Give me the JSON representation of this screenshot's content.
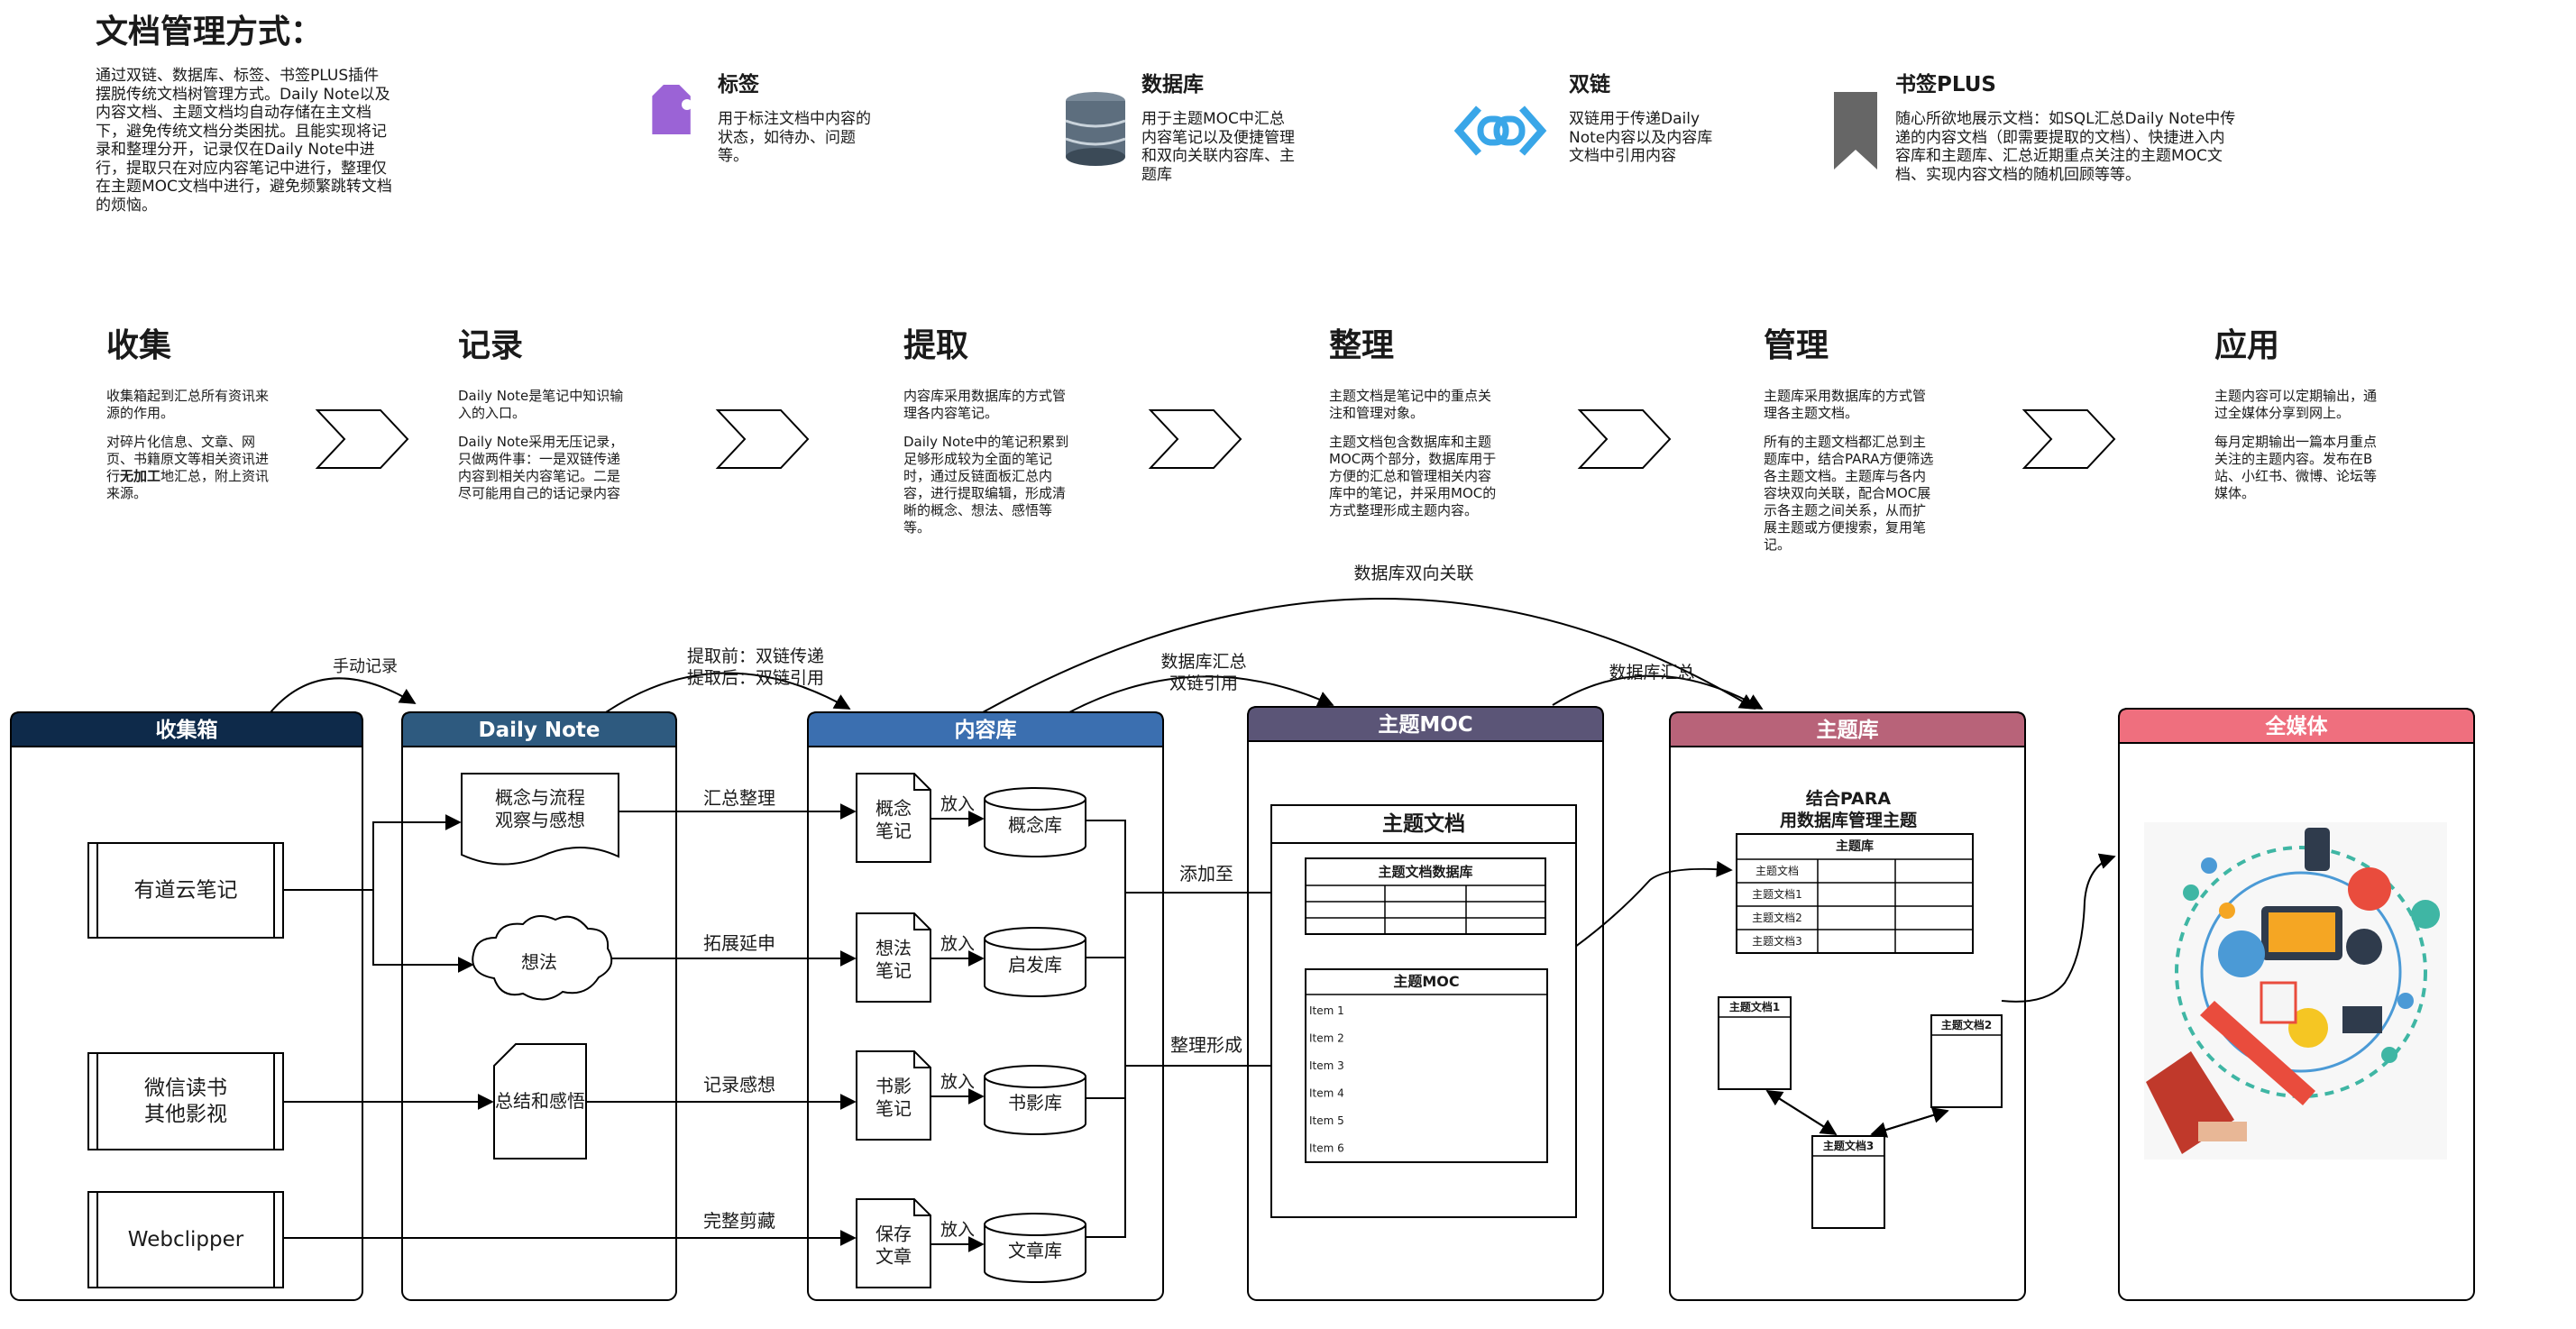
{
  "page_title": "文档管理方式：",
  "intro_text": "通过双链、数据库、标签、书签PLUS插件摆脱传统文档树管理方式。Daily Note以及内容文档、主题文档均自动存储在主文档下，避免传统文档分类困扰。且能实现将记录和整理分开，记录仅在Daily Note中进行，提取只在对应内容笔记中进行，整理仅在主题MOC文档中进行，避免频繁跳转文档的烦恼。",
  "legend": [
    {
      "icon": "tag-icon",
      "title": "标签",
      "desc": "用于标注文档中内容的状态，如待办、问题等。"
    },
    {
      "icon": "database-icon",
      "title": "数据库",
      "desc": "用于主题MOC中汇总内容笔记以及便捷管理和双向关联内容库、主题库"
    },
    {
      "icon": "link-icon",
      "title": "双链",
      "desc": "双链用于传递Daily Note内容以及内容库文档中引用内容"
    },
    {
      "icon": "bookmark-icon",
      "title": "书签PLUS",
      "desc": "随心所欲地展示文档：如SQL汇总Daily Note中传递的内容文档（即需要提取的文档）、快捷进入内容库和主题库、汇总近期重点关注的主题MOC文档、实现内容文档的随机回顾等等。"
    }
  ],
  "steps": [
    {
      "title": "收集",
      "desc1": "收集箱起到汇总所有资讯来源的作用。",
      "desc2_pre": "对碎片化信息、文章、网页、书籍原文等相关资讯进行",
      "desc2_bold": "无加工",
      "desc2_post": "地汇总，附上资讯来源。"
    },
    {
      "title": "记录",
      "desc1": "Daily Note是笔记中知识输入的入口。",
      "desc2_pre": "Daily Note采用无压记录，只做两件事：一是双链传递内容到相关内容笔记。二是尽可能用自己的话记录内容",
      "desc2_bold": "",
      "desc2_post": ""
    },
    {
      "title": "提取",
      "desc1": "内容库采用数据库的方式管理各内容笔记。",
      "desc2_pre": "Daily Note中的笔记积累到足够形成较为全面的笔记时，通过反链面板汇总内容，进行提取编辑，形成清晰的概念、想法、感悟等等。",
      "desc2_bold": "",
      "desc2_post": ""
    },
    {
      "title": "整理",
      "desc1": "主题文档是笔记中的重点关注和管理对象。",
      "desc2_pre": "主题文档包含数据库和主题MOC两个部分，数据库用于方便的汇总和管理相关内容库中的笔记，并采用MOC的方式整理形成主题内容。",
      "desc2_bold": "",
      "desc2_post": ""
    },
    {
      "title": "管理",
      "desc1": "主题库采用数据库的方式管理各主题文档。",
      "desc2_pre": "所有的主题文档都汇总到主题库中，结合PARA方便筛选各主题文档。主题库与各内容块双向关联，配合MOC展示各主题之间关系，从而扩展主题或方便搜索，复用笔记。",
      "desc2_bold": "",
      "desc2_post": ""
    },
    {
      "title": "应用",
      "desc1": "主题内容可以定期输出，通过全媒体分享到网上。",
      "desc2_pre": "每月定期输出一篇本月重点关注的主题内容。发布在B站、小红书、微博、论坛等媒体。",
      "desc2_bold": "",
      "desc2_post": ""
    }
  ],
  "flow": {
    "lanes": [
      "收集箱",
      "Daily Note",
      "内容库",
      "主题MOC",
      "主题库",
      "全媒体"
    ],
    "lane_colors": [
      "#0e2a4a",
      "#2e5a7f",
      "#3b6fb0",
      "#5b5577",
      "#b86379",
      "#ef6f7e"
    ],
    "sources": [
      "有道云笔记",
      "微信读书\n其他影视",
      "Webclipper"
    ],
    "daily_note_items": [
      "概念与流程\n观察与感想",
      "想法",
      "总结和感悟"
    ],
    "notes": [
      "概念\n笔记",
      "想法\n笔记",
      "书影\n笔记",
      "保存\n文章"
    ],
    "libraries": [
      "概念库",
      "启发库",
      "书影库",
      "文章库"
    ],
    "put_in": "放入",
    "edge_labels": {
      "manual": "手动记录",
      "before_after": "提取前：双链传递\n提取后：双链引用",
      "db_summary_link": "数据库汇总\n双链引用",
      "db_bidirectional": "数据库双向关联",
      "db_summary": "数据库汇总",
      "summarize": "汇总整理",
      "expand": "拓展延申",
      "record_feel": "记录感想",
      "clip_full": "完整剪藏",
      "add_to": "添加至",
      "organize": "整理形成"
    },
    "moc": {
      "doc_title": "主题文档",
      "db_title": "主题文档数据库",
      "moc_title": "主题MOC",
      "items": [
        "Item 1",
        "Item 2",
        "Item 3",
        "Item 4",
        "Item 5",
        "Item 6"
      ]
    },
    "theme_lib": {
      "para_title": "结合PARA\n用数据库管理主题",
      "table_title": "主题库",
      "rows": [
        "主题文档",
        "主题文档1",
        "主题文档2",
        "主题文档3"
      ],
      "docs": [
        "主题文档1",
        "主题文档2",
        "主题文档3"
      ]
    }
  }
}
